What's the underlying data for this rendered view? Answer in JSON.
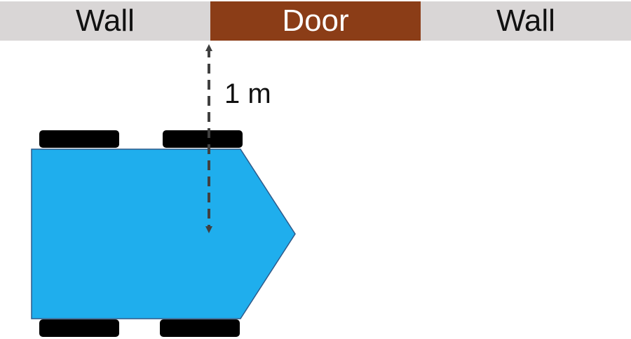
{
  "walls": {
    "left_label": "Wall",
    "door_label": "Door",
    "right_label": "Wall"
  },
  "measurement": {
    "label": "1 m"
  },
  "colors": {
    "wall": "#D9D6D6",
    "door": "#8B3D17",
    "robot_body": "#1FAEED",
    "robot_outline": "#2E5A8A",
    "wheel": "#000000",
    "arrow": "#404040"
  }
}
